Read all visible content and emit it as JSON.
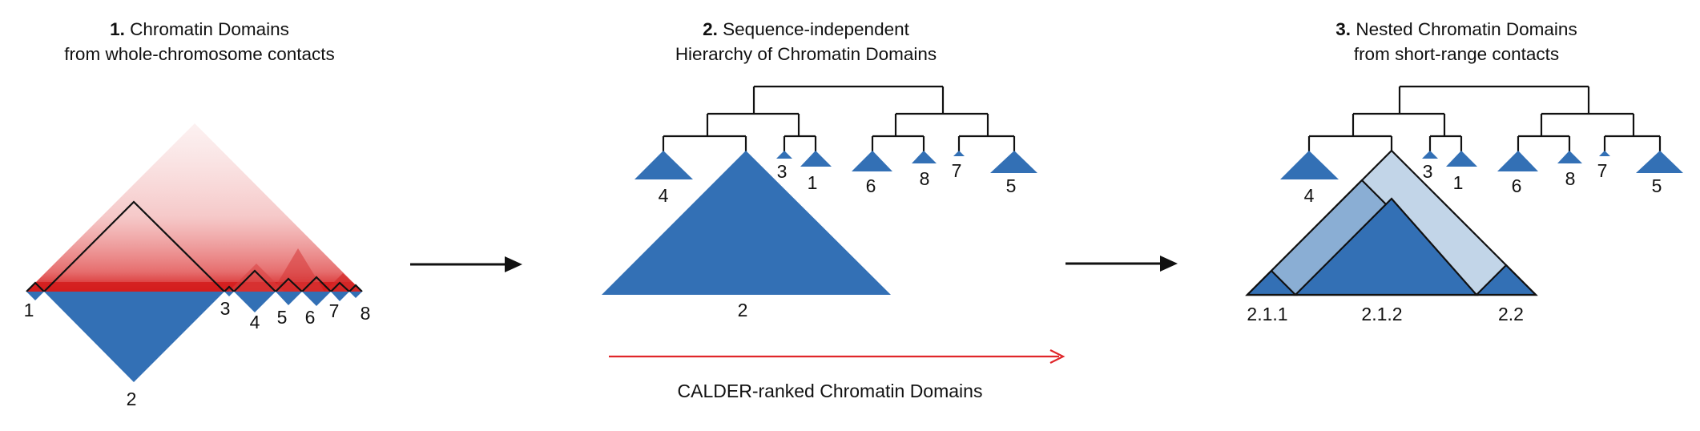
{
  "colors": {
    "domain_blue": "#3370b5",
    "nested_light": "#c2d5e8",
    "nested_mid": "#8aaed4",
    "contact_red": "#d41c1c",
    "arrow_red": "#e0262a",
    "line": "#111111"
  },
  "panel1": {
    "title_num": "1.",
    "title_line1": "Chromatin Domains",
    "title_line2": "from whole-chromosome contacts",
    "domain_labels": [
      "1",
      "2",
      "3",
      "4",
      "5",
      "6",
      "7",
      "8"
    ]
  },
  "panel2": {
    "title_num": "2.",
    "title_line1": "Sequence-independent",
    "title_line2": "Hierarchy of Chromatin Domains",
    "leaf_labels": [
      "4",
      "3",
      "1",
      "6",
      "8",
      "7",
      "5"
    ],
    "big_domain_label": "2"
  },
  "panel3": {
    "title_num": "3.",
    "title_line1": "Nested Chromatin Domains",
    "title_line2": "from short-range contacts",
    "leaf_labels": [
      "4",
      "3",
      "1",
      "6",
      "8",
      "7",
      "5"
    ],
    "sub_labels": [
      "2.1.1",
      "2.1.2",
      "2.2"
    ]
  },
  "bottom_label": "CALDER-ranked Chromatin Domains"
}
